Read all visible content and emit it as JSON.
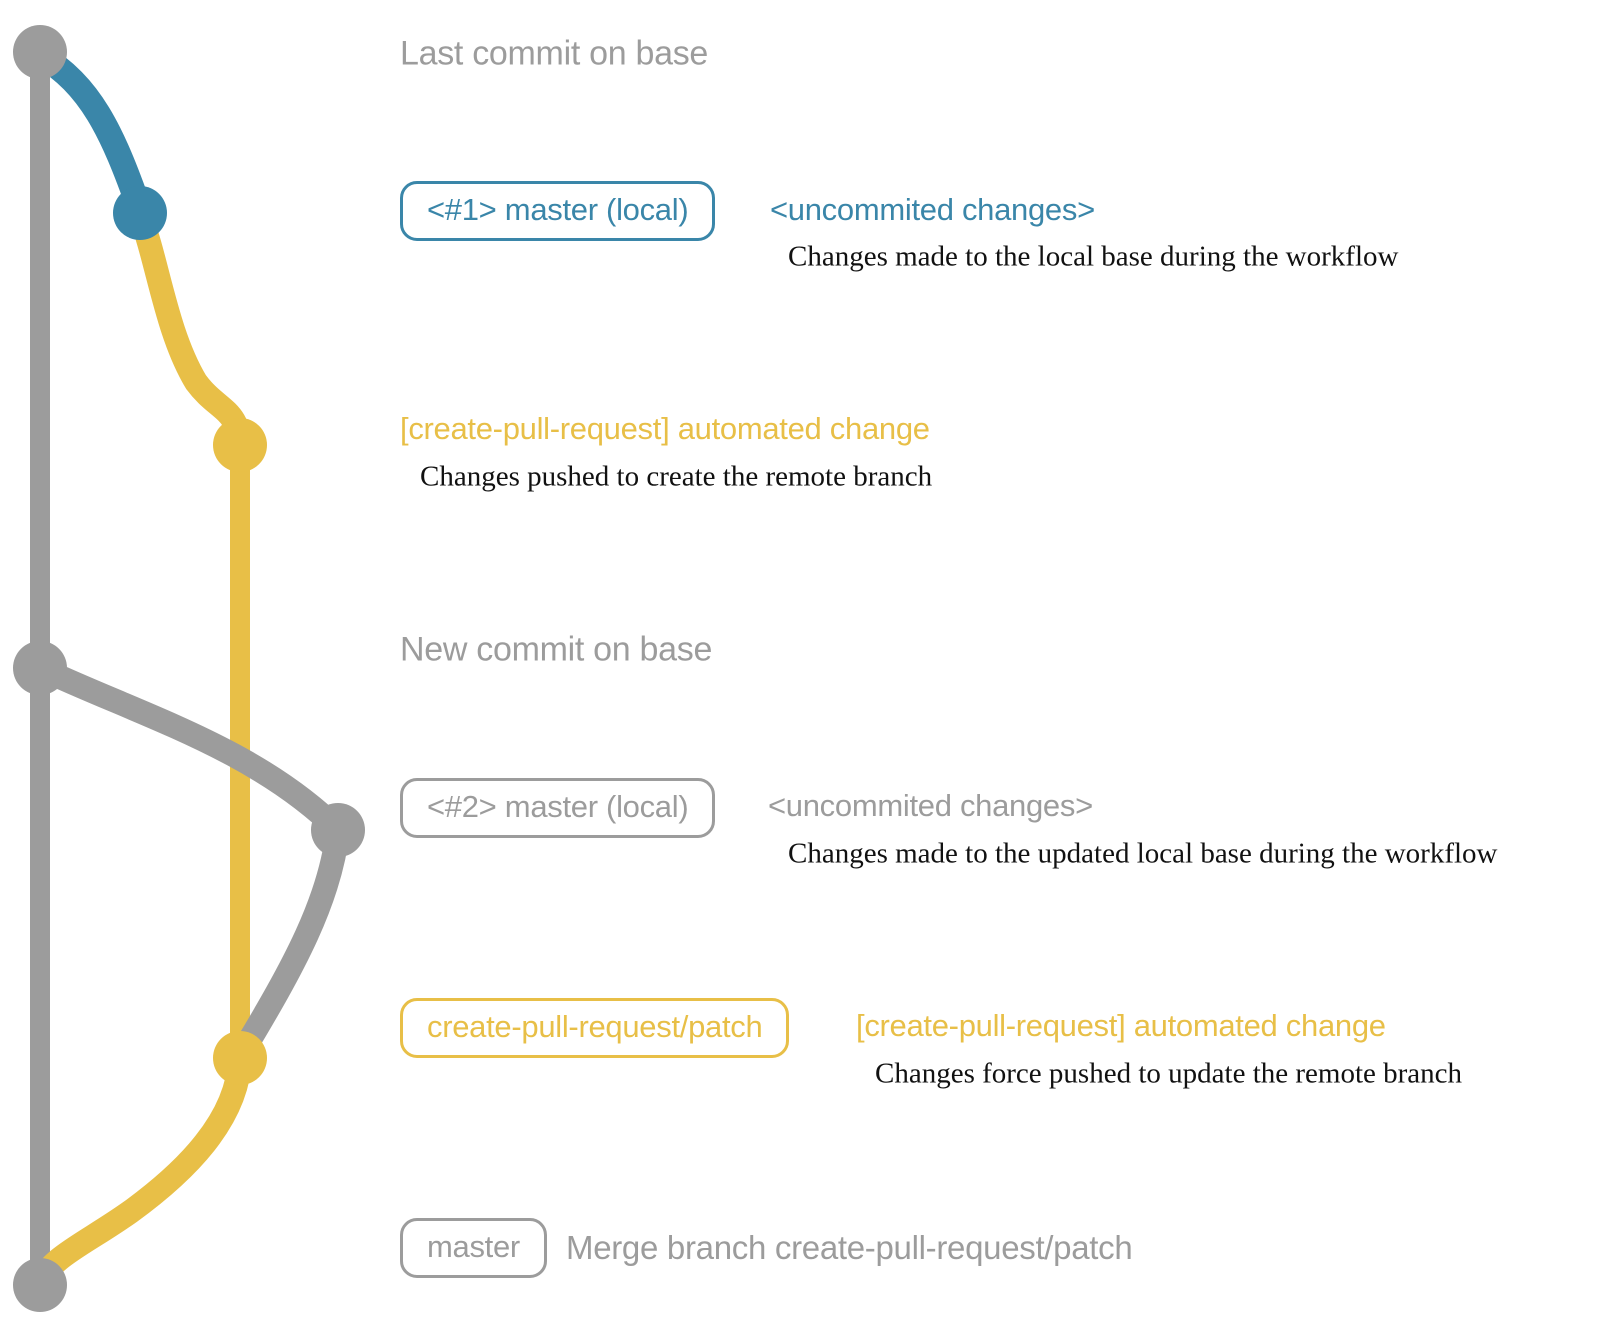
{
  "colors": {
    "gray": "#9c9c9c",
    "blue": "#3a86a9",
    "yellow": "#e8bf47",
    "text": "#111111",
    "background": "#ffffff"
  },
  "labels": {
    "last_commit_on_base": "Last commit on base",
    "branch1_box": "<#1> master (local)",
    "branch1_note": "<uncommited changes>",
    "branch1_desc": "Changes made to the local base during the workflow",
    "push1_note": "[create-pull-request] automated change",
    "push1_desc": "Changes pushed to create the remote branch",
    "new_commit_on_base": "New commit on base",
    "branch2_box": "<#2> master (local)",
    "branch2_note": "<uncommited changes>",
    "branch2_desc": "Changes made to the updated local base during the workflow",
    "patch_box": "create-pull-request/patch",
    "push2_note": "[create-pull-request] automated change",
    "push2_desc": "Changes force pushed to update the remote branch",
    "master_box": "master",
    "merge_note": "Merge branch create-pull-request/patch"
  },
  "graph": {
    "type": "git-graph",
    "lanes": [
      {
        "name": "base",
        "color_key": "gray"
      },
      {
        "name": "master-local",
        "color_key": "blue"
      },
      {
        "name": "create-pull-request/patch",
        "color_key": "yellow"
      }
    ],
    "commits": [
      {
        "id": "c1",
        "lane": "base",
        "color_key": "gray",
        "label": "Last commit on base"
      },
      {
        "id": "c2",
        "lane": "master-local",
        "color_key": "blue",
        "parent": "c1",
        "label": "<#1> master (local) <uncommited changes>"
      },
      {
        "id": "c3",
        "lane": "create-pull-request/patch",
        "color_key": "yellow",
        "parent": "c2",
        "label": "[create-pull-request] automated change"
      },
      {
        "id": "c4",
        "lane": "base",
        "color_key": "gray",
        "parent": "c1",
        "label": "New commit on base"
      },
      {
        "id": "c5",
        "lane": "master-local",
        "color_key": "gray",
        "parent": "c4",
        "label": "<#2> master (local) <uncommited changes>"
      },
      {
        "id": "c6",
        "lane": "create-pull-request/patch",
        "color_key": "yellow",
        "parent": "c5",
        "label": "create-pull-request/patch [create-pull-request] automated change"
      },
      {
        "id": "c7",
        "lane": "base",
        "color_key": "gray",
        "parents": [
          "c4",
          "c6"
        ],
        "label": "master Merge branch create-pull-request/patch"
      }
    ]
  }
}
